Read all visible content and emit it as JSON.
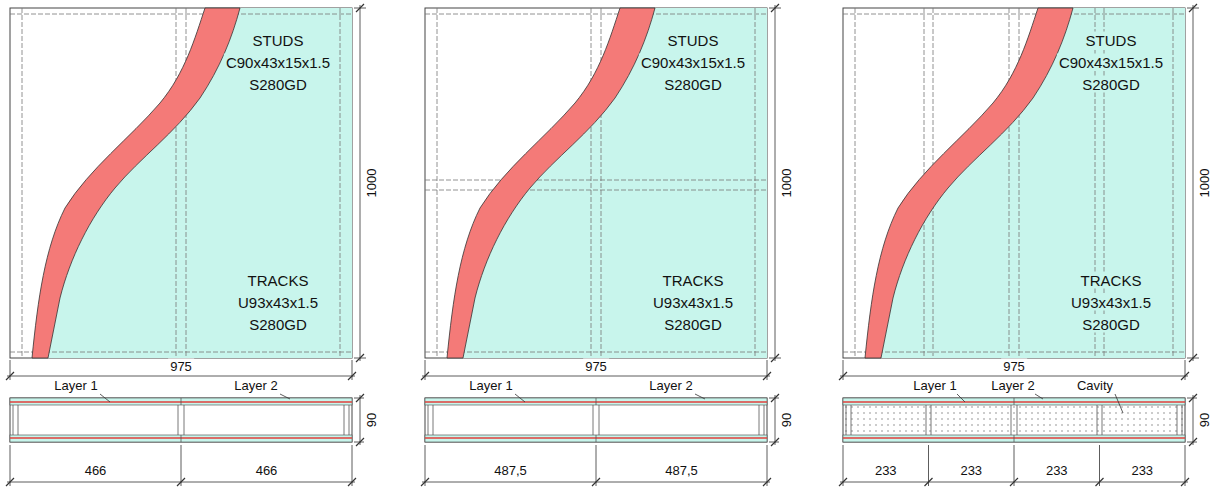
{
  "diagram": {
    "labels": [
      "STUDS",
      "C90x43x15x1.5",
      "S280GD",
      "TRACKS",
      "U93x43x1.5",
      "S280GD",
      "1000",
      "975",
      "Layer 1",
      "Layer 2",
      "90",
      "466",
      "466",
      "STUDS",
      "C90x43x15x1.5",
      "S280GD",
      "TRACKS",
      "U93x43x1.5",
      "S280GD",
      "1000",
      "975",
      "Layer 1",
      "Layer 2",
      "90",
      "487,5",
      "487,5",
      "STUDS",
      "C90x43x15x1.5",
      "S280GD",
      "TRACKS",
      "U93x43x1.5",
      "S280GD",
      "1000",
      "975",
      "Layer 1",
      "Layer 2",
      "Cavity",
      "90",
      "233",
      "233",
      "233",
      "233"
    ]
  }
}
